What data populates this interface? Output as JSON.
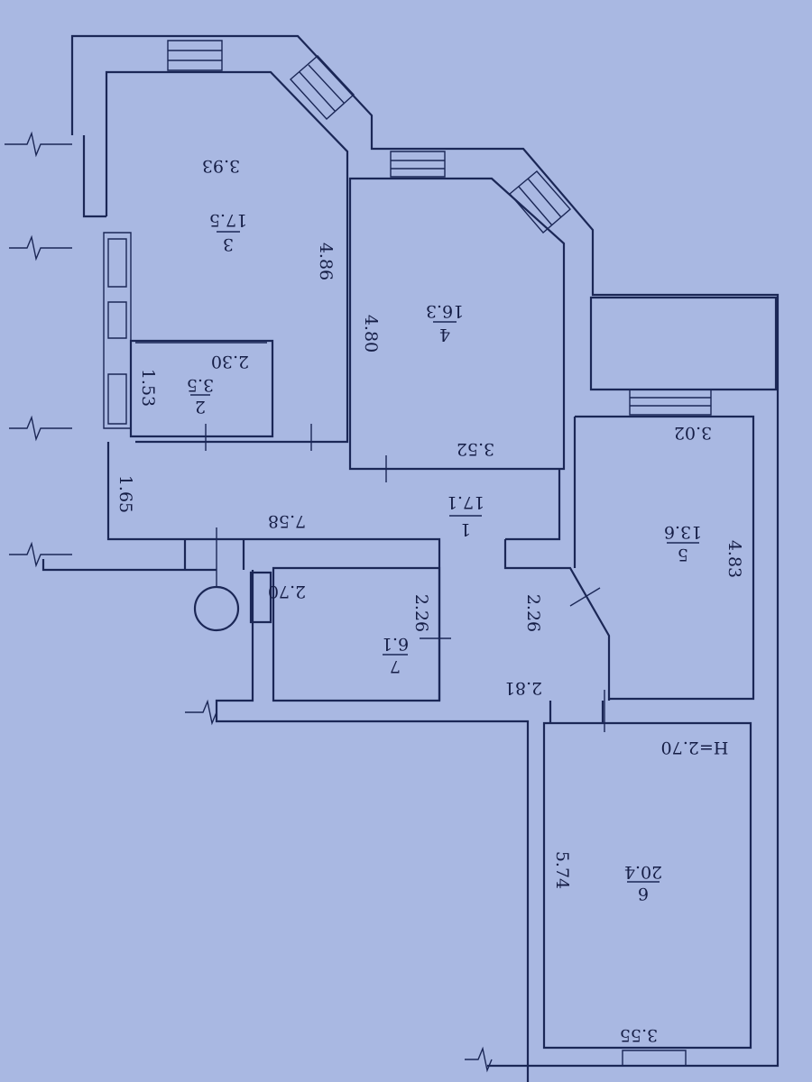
{
  "plan": {
    "orientation": "rotated 180 degrees",
    "ceiling_height": "H=2.70",
    "rooms": [
      {
        "number": "1",
        "area": "17.1"
      },
      {
        "number": "2",
        "area": "3.5"
      },
      {
        "number": "3",
        "area": "17.5"
      },
      {
        "number": "4",
        "area": "16.3"
      },
      {
        "number": "5",
        "area": "13.6"
      },
      {
        "number": "6",
        "area": "20.4"
      },
      {
        "number": "7",
        "area": "6.1"
      }
    ],
    "dimensions": {
      "r3_width": "3.93",
      "r3_length": "4.86",
      "r4_length": "4.80",
      "r4_width": "3.52",
      "r2_width": "2.30",
      "r2_length": "1.53",
      "r5_width": "3.02",
      "r5_length": "4.83",
      "r1_width": "1.65",
      "r1_length": "7.58",
      "r1_hall": "2.26",
      "r1_bottom": "2.81",
      "r7_width": "2.70",
      "r7_length": "2.26",
      "r6_length": "5.74",
      "r6_width": "3.55"
    }
  }
}
